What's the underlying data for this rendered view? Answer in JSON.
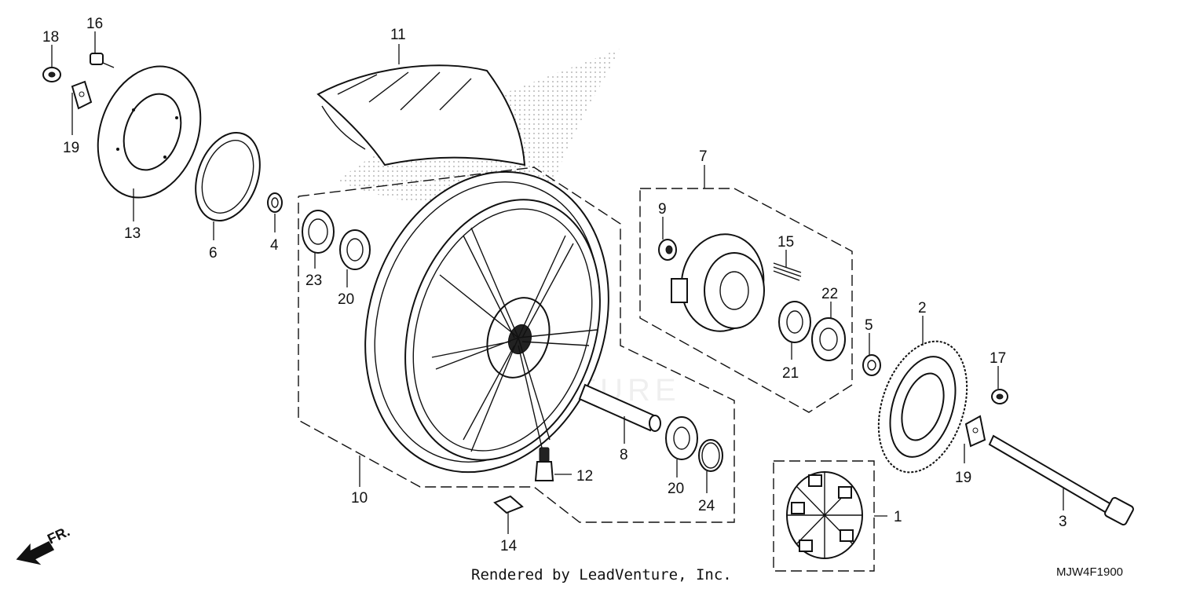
{
  "callouts": {
    "n1": "1",
    "n2": "2",
    "n3": "3",
    "n4": "4",
    "n5": "5",
    "n6": "6",
    "n7": "7",
    "n8": "8",
    "n9": "9",
    "n10": "10",
    "n11": "11",
    "n12": "12",
    "n13": "13",
    "n14": "14",
    "n15": "15",
    "n16": "16",
    "n17": "17",
    "n18": "18",
    "n19a": "19",
    "n19b": "19",
    "n20a": "20",
    "n20b": "20",
    "n21": "21",
    "n22": "22",
    "n23": "23",
    "n24": "24"
  },
  "direction_label": "FR.",
  "footer_text": "Rendered by LeadVenture, Inc.",
  "diagram_code": "MJW4F1900",
  "watermark": "LEADVENTURE",
  "colors": {
    "line": "#111111",
    "background": "#ffffff"
  }
}
